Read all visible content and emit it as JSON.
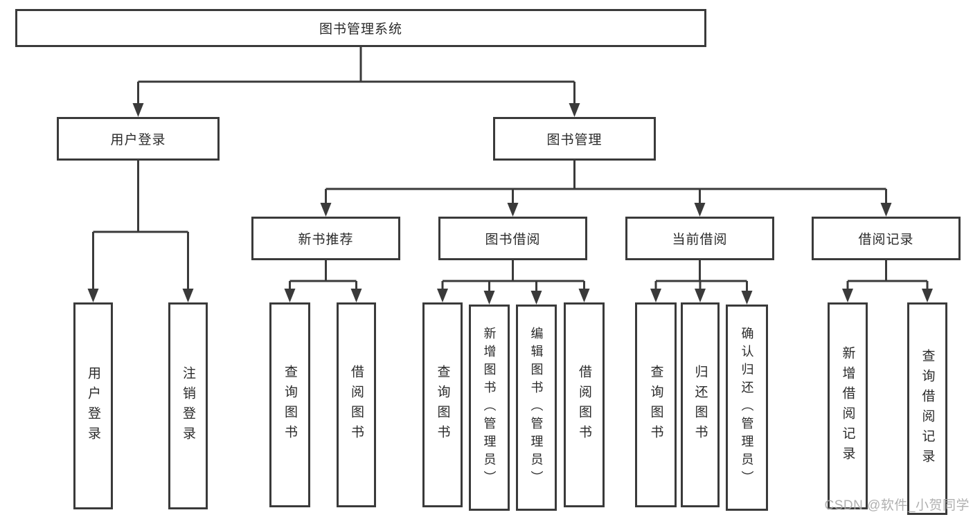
{
  "diagram": {
    "title": "图书管理系统",
    "type": "tree",
    "tree": {
      "label": "图书管理系统",
      "children": [
        {
          "label": "用户登录",
          "children": [
            {
              "label": "用户登录"
            },
            {
              "label": "注销登录"
            }
          ]
        },
        {
          "label": "图书管理",
          "children": [
            {
              "label": "新书推荐",
              "children": [
                {
                  "label": "查询图书"
                },
                {
                  "label": "借阅图书"
                }
              ]
            },
            {
              "label": "图书借阅",
              "children": [
                {
                  "label": "查询图书"
                },
                {
                  "label": "新增图书（管理员）"
                },
                {
                  "label": "编辑图书（管理员）"
                },
                {
                  "label": "借阅图书"
                }
              ]
            },
            {
              "label": "当前借阅",
              "children": [
                {
                  "label": "查询图书"
                },
                {
                  "label": "归还图书"
                },
                {
                  "label": "确认归还（管理员）"
                }
              ]
            },
            {
              "label": "借阅记录",
              "children": [
                {
                  "label": "新增借阅记录"
                },
                {
                  "label": "查询借阅记录"
                }
              ]
            }
          ]
        }
      ]
    },
    "watermark": "CSDN @软件_小贺同学",
    "colors": {
      "line": "#3a3a3a",
      "border": "#3a3a3a",
      "fill": "#ffffff",
      "text": "#2a2a2a",
      "watermark": "#a8a8a8"
    }
  }
}
